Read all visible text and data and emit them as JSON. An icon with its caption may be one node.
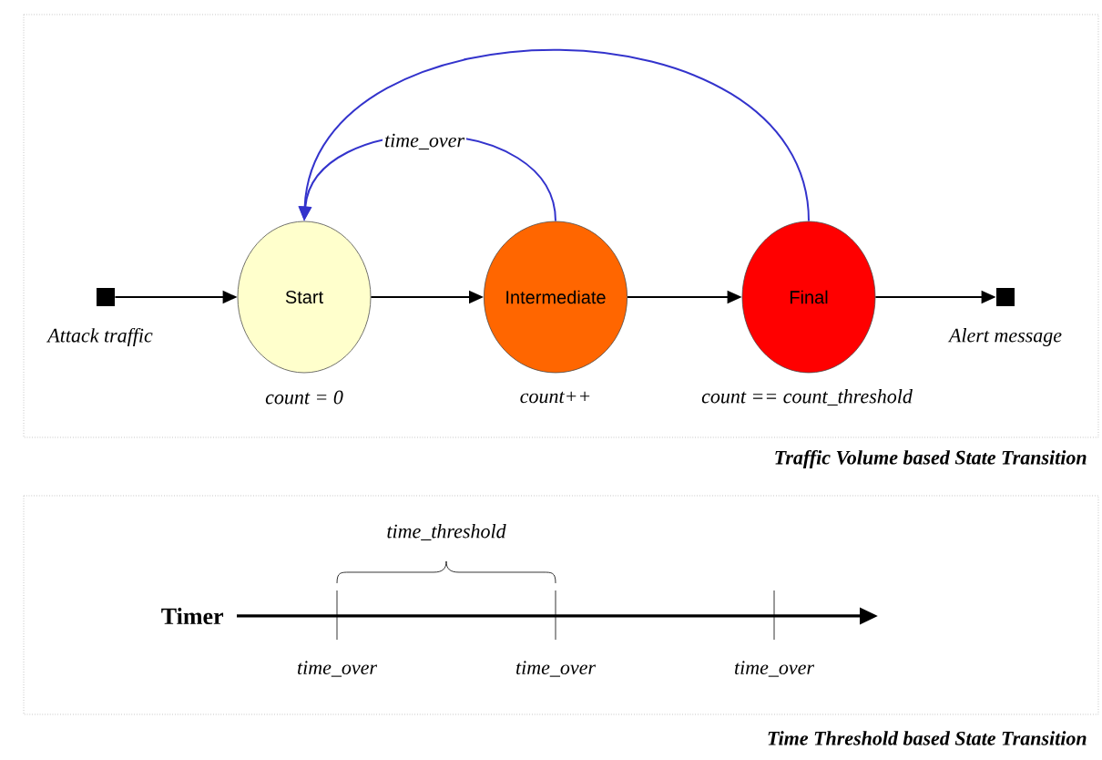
{
  "diagram": {
    "nodes": [
      {
        "text": [],
        "shape": "box",
        "beside": [
          "Attack traffic"
        ]
      },
      {
        "text": [
          "Start"
        ],
        "beside": [
          "count = 0"
        ]
      },
      {
        "text": [
          "Intermediate"
        ],
        "beside": [
          "count++"
        ]
      },
      {
        "text": [
          "Final"
        ],
        "beside": [
          "count == count_threshold"
        ]
      },
      {
        "text": [],
        "shape": "box",
        "beside": [
          "Alert message"
        ]
      }
    ],
    "edges": [
      {
        "from": 0,
        "to": 1,
        "arrow": "to"
      },
      {
        "from": 1,
        "to": 2,
        "arrow": "to"
      },
      {
        "from": 2,
        "to": 3,
        "arrow": "to"
      },
      {
        "from": 3,
        "to": 4,
        "arrow": "to"
      },
      {
        "from": 2,
        "to": 1,
        "arrow": "to",
        "label": "time_over",
        "color": "#3333cc"
      },
      {
        "from": 3,
        "to": 1,
        "arrow": "to",
        "color": "#3333cc"
      }
    ],
    "labels": [
      "Traffic Volume based State Transition",
      "time_threshold",
      "Timer",
      "time_over",
      "time_over",
      "time_over",
      "Time Threshold based State Transition"
    ]
  }
}
